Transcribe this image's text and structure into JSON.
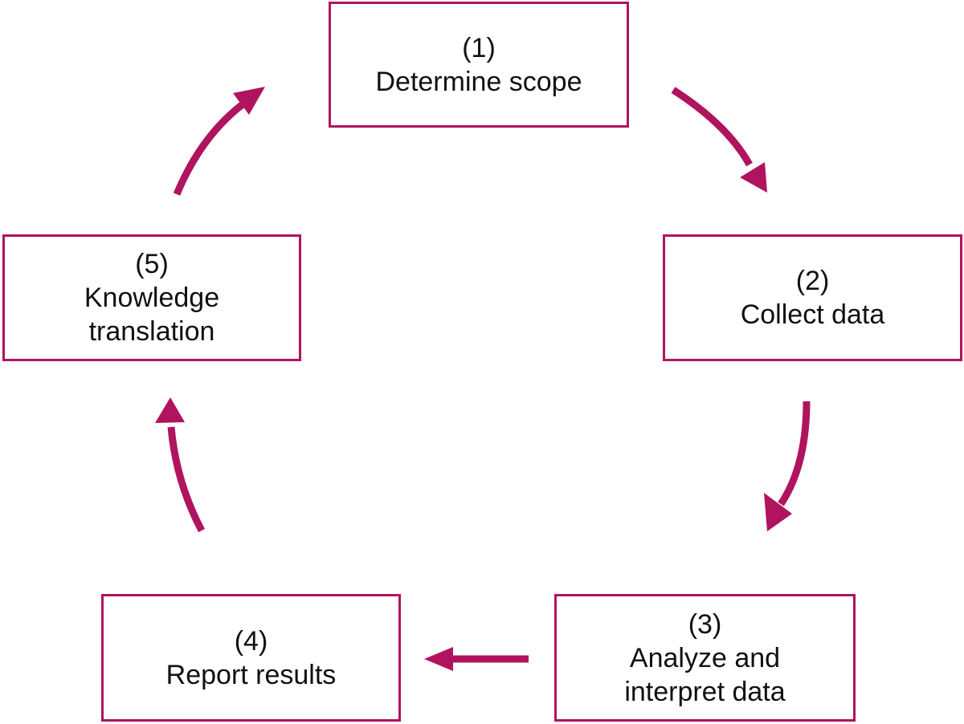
{
  "colors": {
    "accent": "#b0145f",
    "text": "#111111",
    "background": "#ffffff"
  },
  "steps": [
    {
      "number": "(1)",
      "label_lines": [
        "Determine scope"
      ]
    },
    {
      "number": "(2)",
      "label_lines": [
        "Collect data"
      ]
    },
    {
      "number": "(3)",
      "label_lines": [
        "Analyze and",
        "interpret data"
      ]
    },
    {
      "number": "(4)",
      "label_lines": [
        "Report results"
      ]
    },
    {
      "number": "(5)",
      "label_lines": [
        "Knowledge",
        "translation"
      ]
    }
  ],
  "edges": [
    {
      "from": "(1)",
      "to": "(2)",
      "icon": "curved-arrow-icon"
    },
    {
      "from": "(2)",
      "to": "(3)",
      "icon": "curved-arrow-icon"
    },
    {
      "from": "(3)",
      "to": "(4)",
      "icon": "straight-arrow-icon"
    },
    {
      "from": "(4)",
      "to": "(5)",
      "icon": "curved-arrow-icon"
    },
    {
      "from": "(5)",
      "to": "(1)",
      "icon": "curved-arrow-icon"
    }
  ]
}
